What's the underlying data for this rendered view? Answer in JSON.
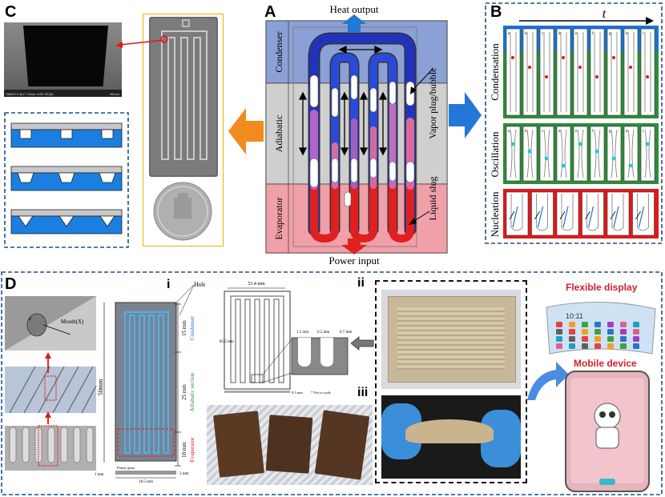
{
  "panels": {
    "a": {
      "letter": "A",
      "heat_output": "Heat output",
      "power_input": "Power input",
      "condenser": "Condenser",
      "adiabatic": "Adiabatic",
      "evaporator": "Evaporator",
      "vapor_plug": "Vapor plug/bubble",
      "liquid_slug": "Liquid slug"
    },
    "b": {
      "letter": "B",
      "time_symbol": "t",
      "condensation": "Condensation",
      "oscillation": "Oscillation",
      "nucleation": "Nucleation",
      "frame_labels": [
        "a",
        "b",
        "c",
        "d",
        "e",
        "f",
        "g",
        "h",
        "i"
      ]
    },
    "c": {
      "letter": "C",
      "sem_caption": "SM600 0.3kV 7.5mm x150 SE(M)",
      "sem_scale": "300um"
    },
    "d": {
      "letter": "D",
      "sub_i": "i",
      "sub_ii": "ii",
      "sub_iii": "iii",
      "hole": "Hole",
      "mouth": "Mouth(X)",
      "dim_50": "50mm",
      "dim_185": "18.5 mm",
      "dim_1mm": "1 mm",
      "dim_2mm": "2 mm",
      "plastic_glass": "Plastic glass",
      "condenser_dim": "15 mm",
      "condenser": "Condenser",
      "adiabatic_dim": "25 mm",
      "adiabatic_section": "Adiabatic section",
      "evaporator_dim": "10 mm",
      "evaporator": "Evaporator",
      "w_534": "53.4 mm",
      "h_855": "85.5 mm",
      "d_15": "1.5 mm",
      "d_05": "0.5 mm",
      "d_07": "0.7 mm",
      "d_05b": "0.5 mm",
      "not_to_scale": "* Not to scale",
      "flexible_display": "Flexible display",
      "mobile_device": "Mobile device",
      "clock": "10:11"
    }
  },
  "colors": {
    "blue_frame": "#1f4e8c",
    "orange_arrow": "#f28a1e",
    "blue_arrow": "#2277d8",
    "red_arrow": "#e02020",
    "condensation_green": "#2e8b3a",
    "nucleation_red": "#e01818",
    "yellow_frame": "#e8b400"
  }
}
